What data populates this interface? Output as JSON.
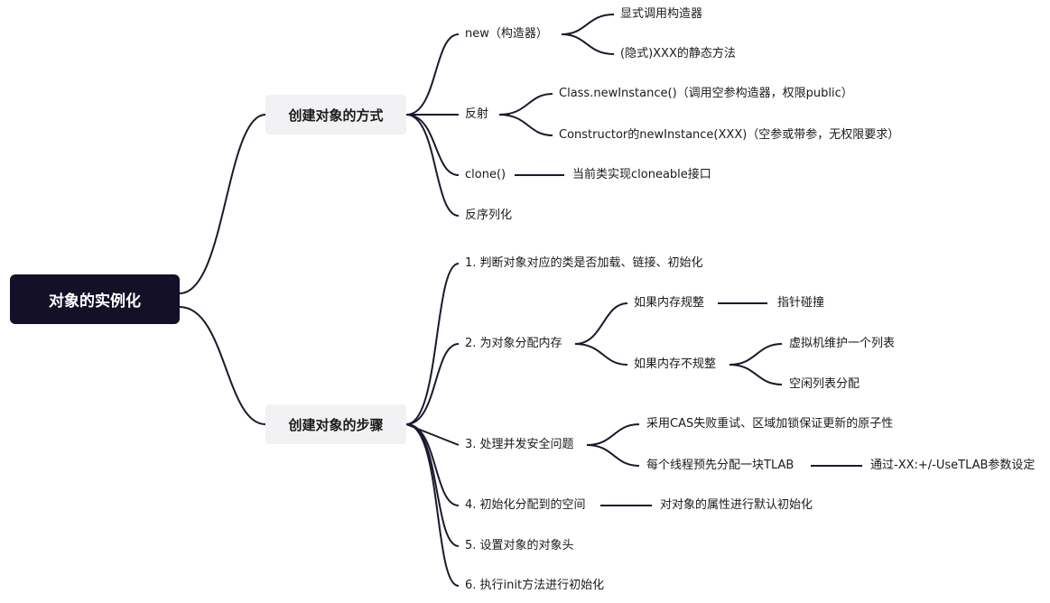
{
  "root": "对象的实例化",
  "ways": {
    "title": "创建对象的方式",
    "new": "new（构造器）",
    "new_explicit": "显式调用构造器",
    "new_static": "(隐式)XXX的静态方法",
    "reflect": "反射",
    "class_new": "Class.newInstance()（调用空参构造器，权限public）",
    "ctor_new": "Constructor的newInstance(XXX)（空参或带参，无权限要求）",
    "clone": "clone()",
    "clone_note": "当前类实现cloneable接口",
    "deserialize": "反序列化"
  },
  "steps": {
    "title": "创建对象的步骤",
    "s1": "1. 判断对象对应的类是否加载、链接、初始化",
    "s2": "2. 为对象分配内存",
    "regular": "如果内存规整",
    "bump": "指针碰撞",
    "irregular": "如果内存不规整",
    "freelist_vm": "虚拟机维护一个列表",
    "freelist_alloc": "空闲列表分配",
    "s3": "3. 处理并发安全问题",
    "cas": "采用CAS失败重试、区域加锁保证更新的原子性",
    "tlab": "每个线程预先分配一块TLAB",
    "tlab_param": "通过-XX:+/-UseTLAB参数设定",
    "s4": "4. 初始化分配到的空间",
    "s4_note": "对对象的属性进行默认初始化",
    "s5": "5. 设置对象的对象头",
    "s6": "6. 执行init方法进行初始化"
  }
}
